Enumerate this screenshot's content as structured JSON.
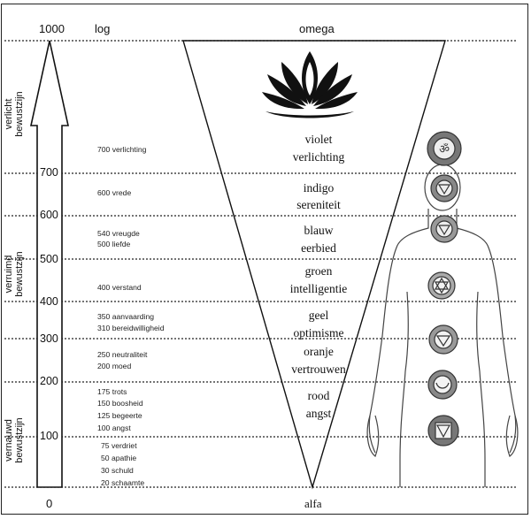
{
  "header": {
    "max_value": "1000",
    "scale_label": "log",
    "top_label": "omega"
  },
  "footer": {
    "min_value": "0",
    "bottom_label": "alfa"
  },
  "sections": [
    {
      "line1": "verlicht",
      "line2": "bewustzijn"
    },
    {
      "line1": "verruimd",
      "line2": "bewustzijn"
    },
    {
      "line1": "vernauwd",
      "line2": "bewustzijn"
    }
  ],
  "ticks": [
    "700",
    "600",
    "500",
    "400",
    "300",
    "200",
    "100"
  ],
  "emotions": [
    "700 verlichting",
    "600 vrede",
    "540 vreugde",
    "500 liefde",
    "400 verstand",
    "350 aanvaarding",
    "310 bereidwilligheid",
    "250 neutraliteit",
    "200 moed",
    "175 trots",
    "150 boosheid",
    "125 begeerte",
    "100 angst",
    "75 verdriet",
    "50 apathie",
    "30 schuld",
    "20 schaamte"
  ],
  "chakras": [
    {
      "color": "violet",
      "quality": "verlichting"
    },
    {
      "color": "indigo",
      "quality": "sereniteit"
    },
    {
      "color": "blauw",
      "quality": "eerbied"
    },
    {
      "color": "groen",
      "quality": "intelligentie"
    },
    {
      "color": "geel",
      "quality": "optimisme"
    },
    {
      "color": "oranje",
      "quality": "vertrouwen"
    },
    {
      "color": "rood",
      "quality": "angst"
    }
  ],
  "icons": [
    "lotus-icon",
    "chakra-symbol-icon",
    "human-figure-icon",
    "arrow-up-icon"
  ]
}
